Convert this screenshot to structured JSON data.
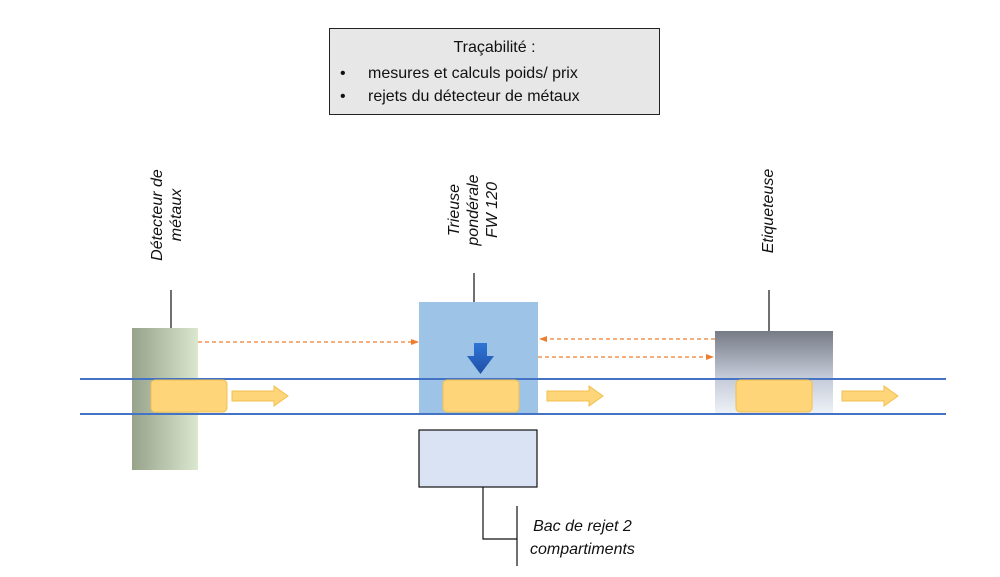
{
  "traceability": {
    "title": "Traçabilité :",
    "items": [
      "mesures et calculs poids/ prix",
      "rejets du détecteur de métaux"
    ]
  },
  "stations": {
    "metal_detector": {
      "line1": "Détecteur de",
      "line2": "métaux"
    },
    "checkweigher": {
      "line1": "Trieuse",
      "line2": "pondérale",
      "line3": "FW 120"
    },
    "labeler": {
      "line1": "Etiqueteuse"
    }
  },
  "reject_bin": {
    "line1": "Bac de rejet 2",
    "line2": "compartiments"
  },
  "colors": {
    "conveyor": "#4472c4",
    "product": "#ffd57a",
    "flow_arrow": "#ffd57a",
    "data_arrow": "#ed7d31",
    "checkweigher_body": "#9dc3e6",
    "reject_bin": "#dae3f3",
    "push_arrow": "#2e75d6"
  }
}
